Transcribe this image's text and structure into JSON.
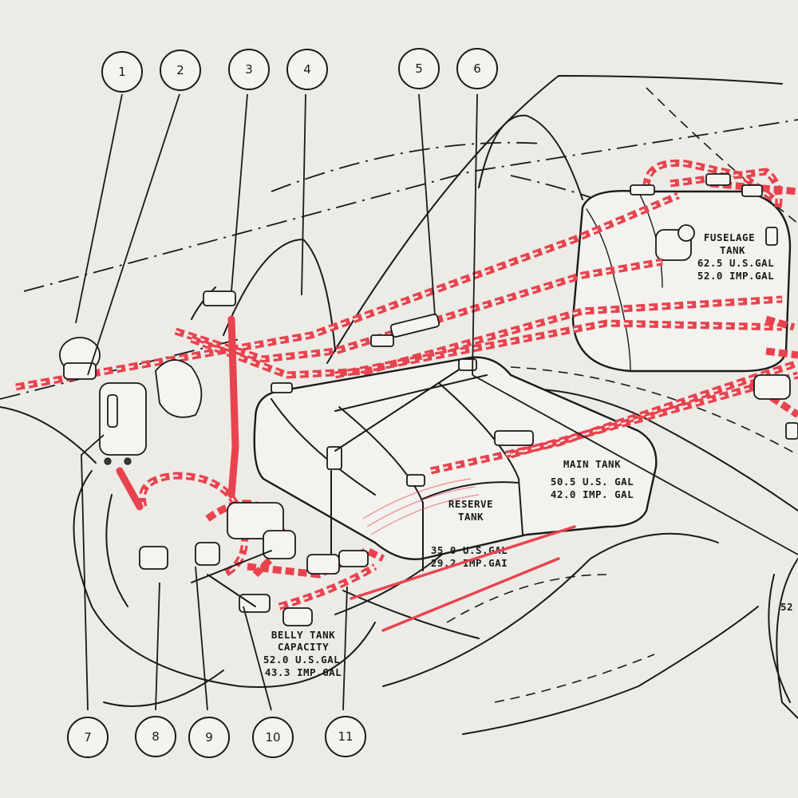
{
  "callouts": [
    {
      "num": "1"
    },
    {
      "num": "2"
    },
    {
      "num": "3"
    },
    {
      "num": "4"
    },
    {
      "num": "5"
    },
    {
      "num": "6"
    },
    {
      "num": "7"
    },
    {
      "num": "8"
    },
    {
      "num": "9"
    },
    {
      "num": "10"
    },
    {
      "num": "11"
    }
  ],
  "tanks": {
    "fuselage": {
      "line1": "FUSELAGE",
      "line2": "TANK",
      "line3": "62.5 U.S.GAL",
      "line4": "52.0 IMP.GAL"
    },
    "main": {
      "line1": "MAIN TANK",
      "line2": "50.5 U.S. GAL",
      "line3": "42.0 IMP. GAL"
    },
    "reserve": {
      "line1": "RESERVE",
      "line2": "TANK",
      "line3": "35.0 U.S.GAL",
      "line4": "29.2 IMP.GAI"
    },
    "belly": {
      "line1": "BELLY TANK",
      "line2": "CAPACITY",
      "line3": "52.0 U.S.GAL",
      "line4": "43.3 IMP.GAL"
    }
  },
  "edge_fragment": "52",
  "colors": {
    "fuel_line": "#e8434f",
    "ink": "#1a1a1a",
    "paper": "#ecebe6"
  }
}
